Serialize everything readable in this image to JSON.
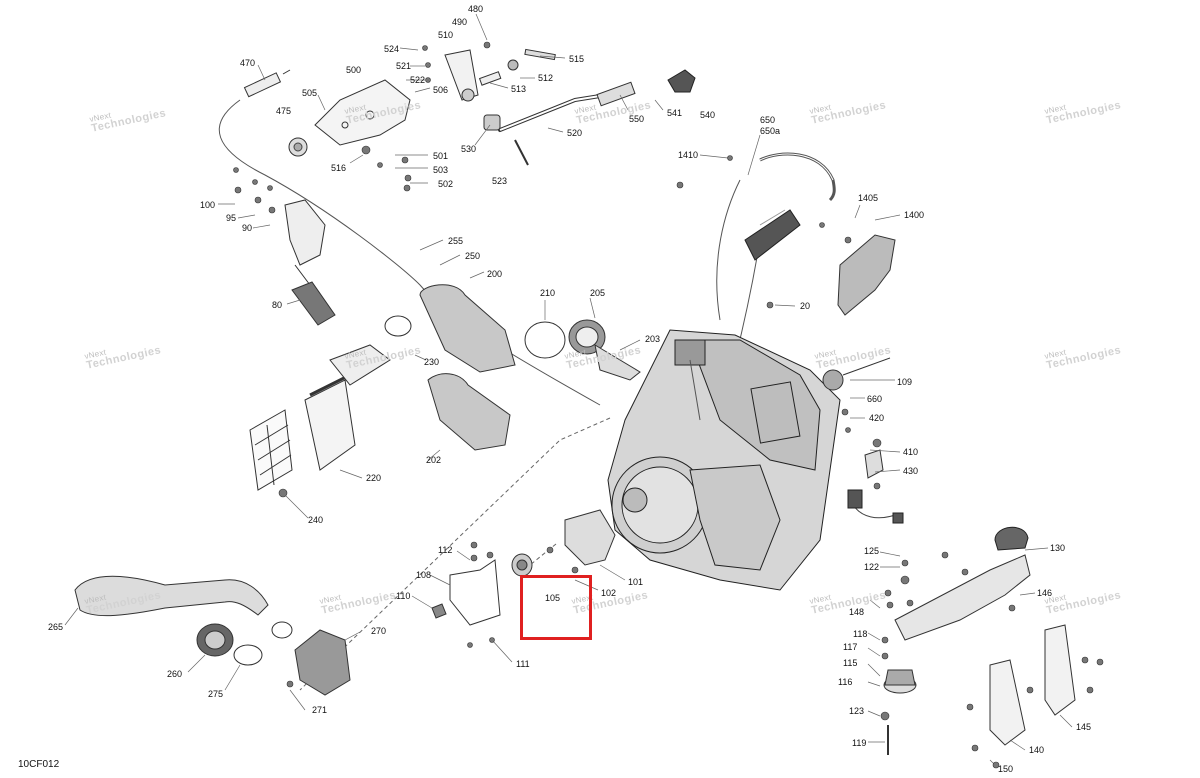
{
  "figure_code": "10CF012",
  "watermark": {
    "line1": "vNext",
    "line2": "Technologies"
  },
  "highlight_color": "#e02020",
  "highlighted_part": "105",
  "callouts": [
    "480",
    "490",
    "524",
    "510",
    "521",
    "522",
    "500",
    "515",
    "512",
    "513",
    "470",
    "505",
    "506",
    "475",
    "516",
    "501",
    "503",
    "502",
    "530",
    "520",
    "523",
    "550",
    "541",
    "540",
    "650",
    "650a",
    "1410",
    "1405",
    "1400",
    "100",
    "95",
    "90",
    "255",
    "250",
    "200",
    "80",
    "210",
    "205",
    "203",
    "230",
    "20",
    "109",
    "660",
    "420",
    "410",
    "430",
    "220",
    "240",
    "202",
    "112",
    "101",
    "108",
    "110",
    "102",
    "105",
    "111",
    "125",
    "122",
    "130",
    "148",
    "146",
    "118",
    "117",
    "115",
    "116",
    "123",
    "119",
    "140",
    "145",
    "150",
    "265",
    "260",
    "275",
    "270",
    "271"
  ]
}
